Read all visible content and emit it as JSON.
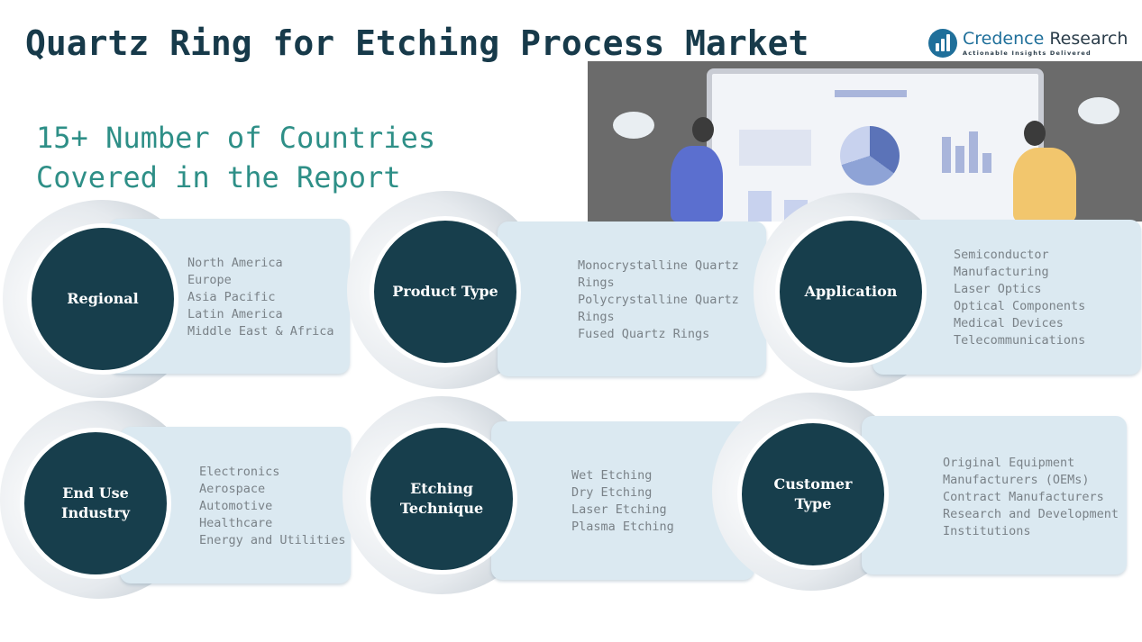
{
  "header": {
    "title": "Quartz Ring for Etching Process Market",
    "subtitle": "15+ Number of Countries\nCovered in the Report"
  },
  "logo": {
    "name_part1": "Credence",
    "name_part2": " Research",
    "tagline": "Actionable Insights Delivered",
    "color": "#1f6f9a"
  },
  "colors": {
    "circle": "#173e4c",
    "card": "#dbe9f1",
    "title": "#173a4a",
    "subtitle": "#2e8f87"
  },
  "segments": [
    {
      "label": "Regional",
      "items": [
        "North America",
        "Europe",
        "Asia Pacific",
        "Latin America",
        "Middle East & Africa"
      ]
    },
    {
      "label": "Product Type",
      "items": [
        "Monocrystalline Quartz",
        "Rings",
        "Polycrystalline Quartz",
        "Rings",
        "Fused Quartz Rings"
      ]
    },
    {
      "label": "Application",
      "items": [
        "Semiconductor",
        "Manufacturing",
        "Laser Optics",
        "Optical Components",
        "Medical Devices",
        "Telecommunications"
      ]
    },
    {
      "label": "End Use\nIndustry",
      "items": [
        "Electronics",
        "Aerospace",
        "Automotive",
        "Healthcare",
        "Energy and Utilities"
      ]
    },
    {
      "label": "Etching\nTechnique",
      "items": [
        "Wet Etching",
        "Dry Etching",
        "Laser Etching",
        "Plasma Etching"
      ]
    },
    {
      "label": "Customer\nType",
      "items": [
        "Original Equipment",
        "Manufacturers (OEMs)",
        "Contract Manufacturers",
        "Research and Development",
        "Institutions"
      ]
    }
  ]
}
